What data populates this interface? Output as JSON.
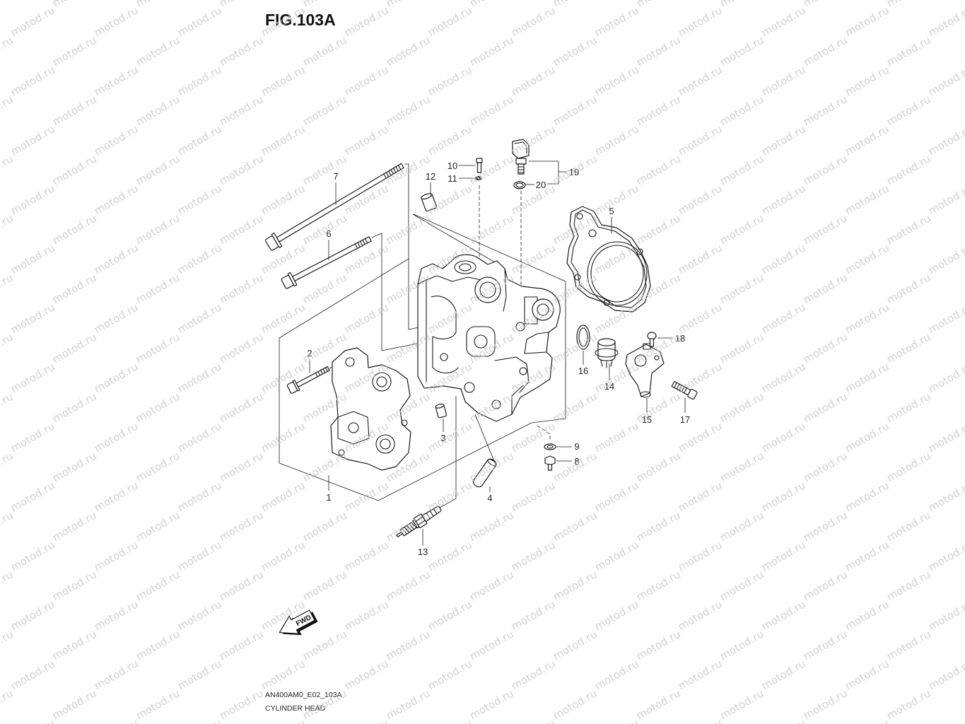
{
  "title": "FIG.103A",
  "watermark": "motod.ru",
  "fwd_label": "FWD",
  "callouts": [
    "1",
    "2",
    "3",
    "4",
    "5",
    "6",
    "7",
    "8",
    "9",
    "10",
    "11",
    "12",
    "13",
    "14",
    "15",
    "16",
    "17",
    "18",
    "19",
    "20"
  ],
  "footer": {
    "code": "AN400AM0_E02_103A",
    "caption": "CYLINDER HEAD"
  },
  "colors": {
    "line": "#1a1a1a",
    "watermark": "#c4c4c4",
    "background": "#ffffff"
  }
}
